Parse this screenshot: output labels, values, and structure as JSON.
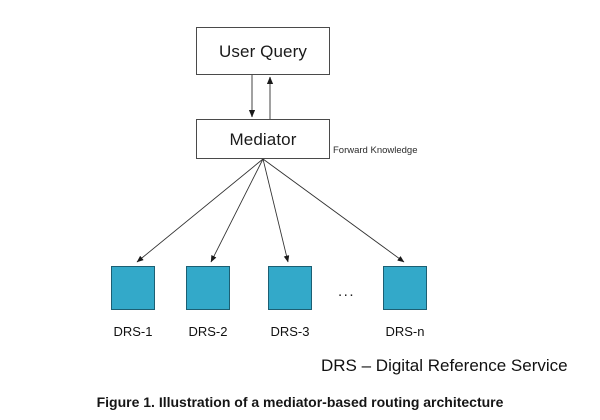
{
  "figure": {
    "caption": "Figure 1. Illustration of a mediator-based routing architecture",
    "legend": "DRS – Digital Reference Service",
    "background_color": "#ffffff"
  },
  "diagram": {
    "type": "flow-architecture",
    "nodes": [
      {
        "id": "user-query",
        "label": "User Query",
        "shape": "rectangle",
        "fill": "#ffffff",
        "stroke": "#4a4a4a"
      },
      {
        "id": "mediator",
        "label": "Mediator",
        "shape": "rectangle",
        "fill": "#ffffff",
        "stroke": "#4a4a4a"
      }
    ],
    "services": {
      "fill": "#33a9c9",
      "stroke": "#1c5f73",
      "ellipsis": "...",
      "items": [
        {
          "id": "drs-1",
          "label": "DRS-1"
        },
        {
          "id": "drs-2",
          "label": "DRS-2"
        },
        {
          "id": "drs-3",
          "label": "DRS-3"
        },
        {
          "id": "drs-n",
          "label": "DRS-n"
        }
      ]
    },
    "annotations": {
      "forward_knowledge": "Forward Knowledge"
    },
    "edges": [
      {
        "from": "user-query",
        "to": "mediator",
        "direction": "down"
      },
      {
        "from": "mediator",
        "to": "user-query",
        "direction": "up"
      },
      {
        "from": "mediator",
        "to": "drs-1",
        "direction": "down"
      },
      {
        "from": "mediator",
        "to": "drs-2",
        "direction": "down"
      },
      {
        "from": "mediator",
        "to": "drs-3",
        "direction": "down"
      },
      {
        "from": "mediator",
        "to": "drs-n",
        "direction": "down"
      }
    ]
  }
}
